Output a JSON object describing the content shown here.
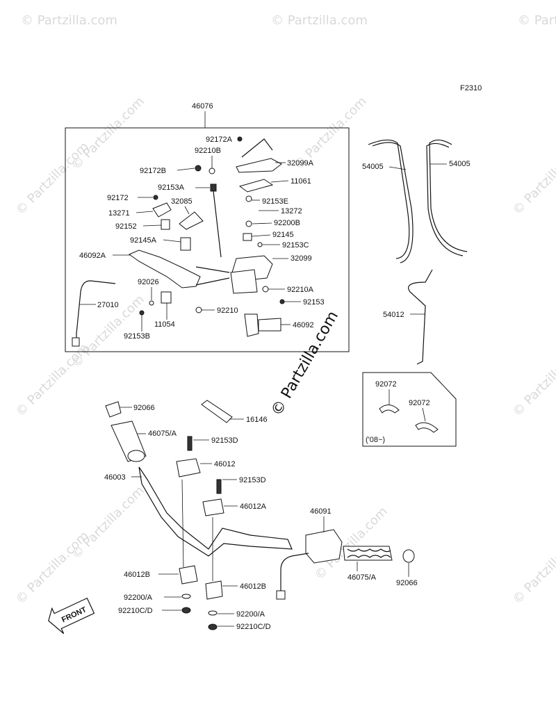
{
  "figure_code": "F2310",
  "front_label": "FRONT",
  "year_note": "('08~)",
  "watermark": "© Partzilla.com",
  "assembly_label": "46076",
  "parts": {
    "p92172A": "92172A",
    "p92210B": "92210B",
    "p32099A": "32099A",
    "p92172B": "92172B",
    "p11061": "11061",
    "p92153A": "92153A",
    "p92172": "92172",
    "p32085": "32085",
    "p92153E": "92153E",
    "p13271": "13271",
    "p13272": "13272",
    "p92152": "92152",
    "p92200B": "92200B",
    "p92145A": "92145A",
    "p92145": "92145",
    "p92153C": "92153C",
    "p46092A": "46092A",
    "p32099": "32099",
    "p92026": "92026",
    "p92210A": "92210A",
    "p27010": "27010",
    "p92153": "92153",
    "p11054": "11054",
    "p92210": "92210",
    "p92153B": "92153B",
    "p46092": "46092",
    "p54005a": "54005",
    "p54005b": "54005",
    "p54012": "54012",
    "p92072a": "92072",
    "p92072b": "92072",
    "p92066a": "92066",
    "p16146": "16146",
    "p46075a": "46075/A",
    "p92153Da": "92153D",
    "p46012": "46012",
    "p46003": "46003",
    "p92153Db": "92153D",
    "p46012A": "46012A",
    "p46091": "46091",
    "p46012Ba": "46012B",
    "p46012Bb": "46012B",
    "p46075b": "46075/A",
    "p92066b": "92066",
    "p92200Aa": "92200/A",
    "p92210CDa": "92210C/D",
    "p92200Ab": "92200/A",
    "p92210CDb": "92210C/D"
  }
}
